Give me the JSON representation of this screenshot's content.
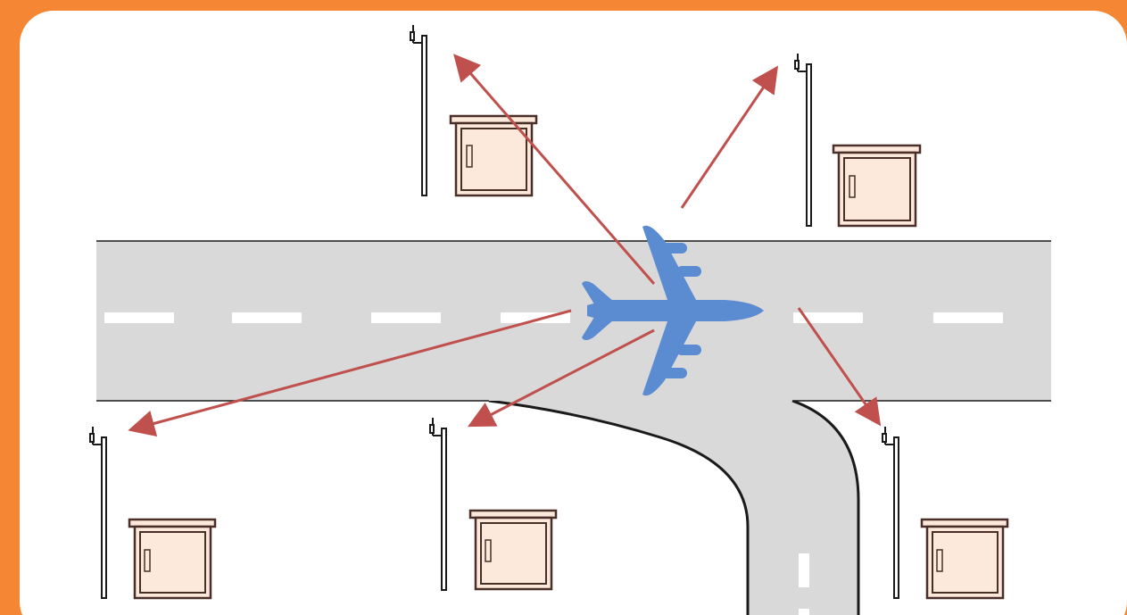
{
  "colors": {
    "frame": "#f58634",
    "panel": "#ffffff",
    "runway": "#d9d9d9",
    "runway_edge": "#1a1a1a",
    "centerline": "#ffffff",
    "aircraft": "#5b8bd0",
    "arrow": "#c0504d",
    "cabinet_fill": "#fde9dc",
    "cabinet_stroke": "#4a2f28",
    "antenna_stroke": "#1a1a1a"
  },
  "icons": {
    "aircraft": "airplane-icon",
    "station_antenna": "antenna-mast-icon",
    "station_cabinet": "equipment-cabinet-icon",
    "signal": "signal-arrow"
  },
  "stations": [
    "station-top-left",
    "station-top-right",
    "station-bottom-left",
    "station-bottom-center",
    "station-bottom-right"
  ],
  "signal_paths": [
    "aircraft-to-top-left",
    "aircraft-to-top-right",
    "aircraft-to-bottom-left",
    "aircraft-to-bottom-center",
    "aircraft-to-bottom-right"
  ]
}
